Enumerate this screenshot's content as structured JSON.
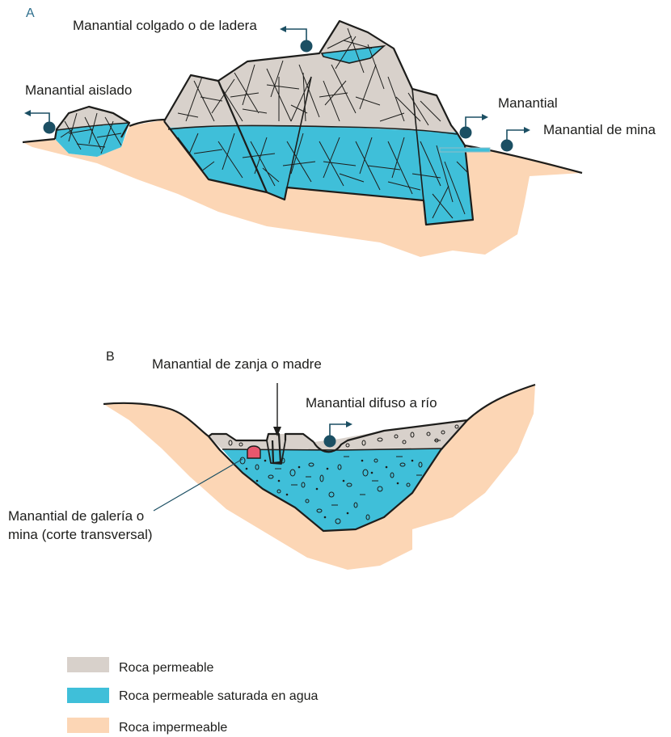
{
  "panels": {
    "a": {
      "letter": "A",
      "labels": {
        "hanging_spring": "Manantial colgado o de ladera",
        "isolated_spring": "Manantial aislado",
        "spring": "Manantial",
        "mine_spring": "Manantial de mina"
      }
    },
    "b": {
      "letter": "B",
      "labels": {
        "trench_spring": "Manantial de zanja o madre",
        "diffuse_spring": "Manantial difuso a río",
        "gallery_spring_line1": "Manantial de galería o",
        "gallery_spring_line2": "mina (corte transversal)"
      }
    }
  },
  "legend": [
    {
      "label": "Roca permeable",
      "color": "#d8d1cb"
    },
    {
      "label": "Roca permeable saturada en agua",
      "color": "#3fbfd9"
    },
    {
      "label": "Roca impermeable",
      "color": "#fcd6b5"
    }
  ],
  "colors": {
    "permeable": "#d8d1cb",
    "saturated": "#3fbfd9",
    "impermeable": "#fcd6b5",
    "outline": "#1d1d1b",
    "spring_marker": "#1b4f63",
    "panel_letter_a": "#2c6e8c",
    "panel_letter_b": "#1d1d1b",
    "gallery": "#e8576d"
  }
}
